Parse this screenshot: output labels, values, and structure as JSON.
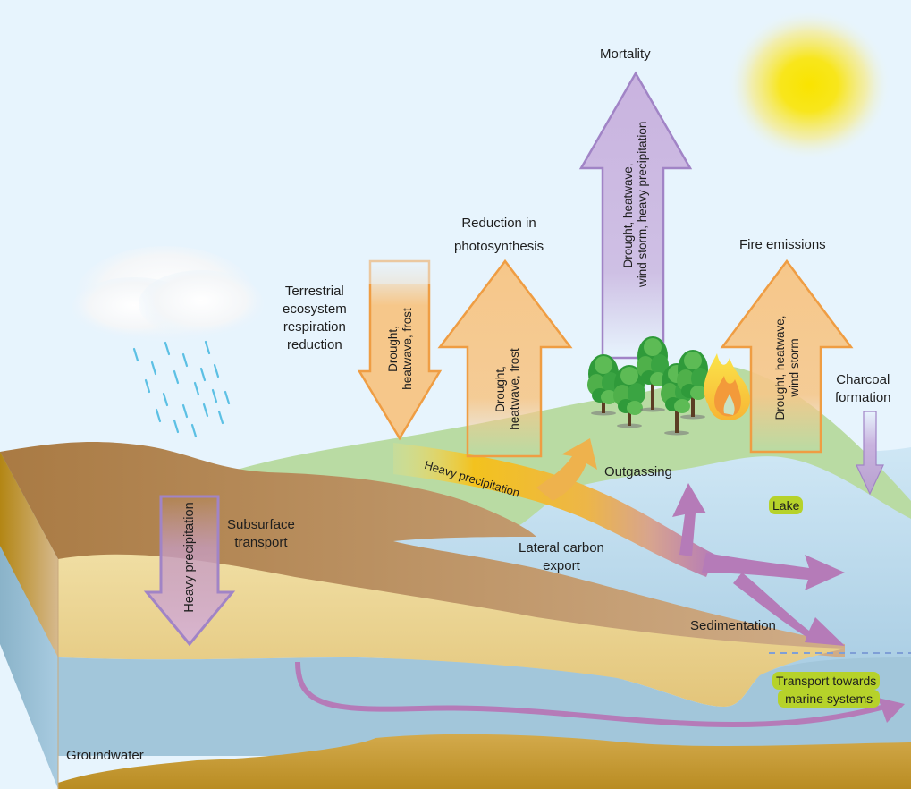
{
  "figure": {
    "title": "Climate extremes and the terrestrial carbon cycle",
    "colors": {
      "sky": "#e7f4fd",
      "land_green": "#b9dba3",
      "topsoil_brown": "#b08048",
      "sand": "#e6cd8a",
      "groundwater": "#a2c6da",
      "lake": "#c2e0f2",
      "orange_arrow": "#f6c78a",
      "orange_arrow_stroke": "#ef9d43",
      "purple_arrow": "#c9b3df",
      "purple_arrow_stroke": "#a184c6",
      "magenta_flow": "#b57bb8",
      "pill_green": "#b6d22a",
      "sun": "#f9e400"
    }
  },
  "labels": {
    "mortality": "Mortality",
    "mortality_drivers": [
      "Drought, heatwave,",
      "wind storm, heavy precipitation"
    ],
    "photosynthesis": [
      "Reduction in",
      "photosynthesis"
    ],
    "photosynthesis_drivers": [
      "Drought,",
      "heatwave, frost"
    ],
    "respiration": [
      "Terrestrial",
      "ecosystem",
      "respiration",
      "reduction"
    ],
    "respiration_drivers": [
      "Drought,",
      "heatwave, frost"
    ],
    "fire": "Fire emissions",
    "fire_drivers": [
      "Drought, heatwave,",
      "wind storm"
    ],
    "charcoal": [
      "Charcoal",
      "formation"
    ],
    "heavy_precip_surface": "Heavy precipitation",
    "outgassing": "Outgassing",
    "lateral": [
      "Lateral carbon",
      "export"
    ],
    "subsurface": [
      "Subsurface",
      "transport"
    ],
    "heavy_precip_soil": "Heavy precipitation",
    "lake": "Lake",
    "sedimentation": "Sedimentation",
    "marine": [
      "Transport towards",
      "marine systems"
    ],
    "groundwater": "Groundwater"
  }
}
